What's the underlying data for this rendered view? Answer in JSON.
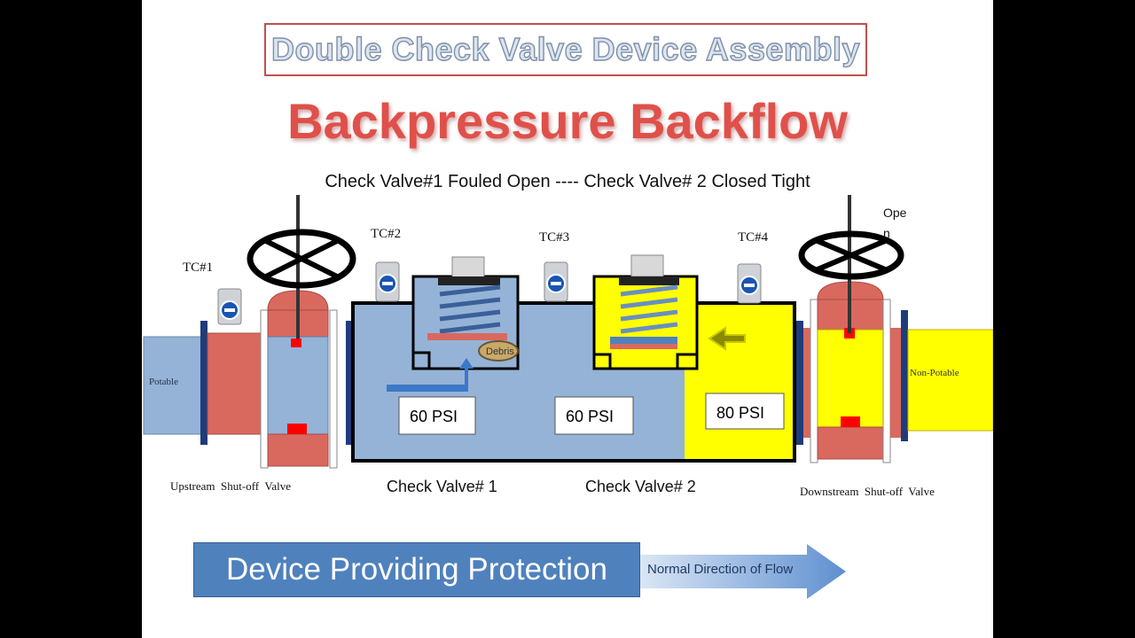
{
  "header": {
    "device_title": "Double Check Valve Device Assembly",
    "main_title": "Backpressure Backflow",
    "subtitle": "Check Valve#1 Fouled Open  ---- Check Valve# 2 Closed Tight"
  },
  "test_cocks": [
    "TC#1",
    "TC#2",
    "TC#3",
    "TC#4"
  ],
  "labels": {
    "potable": "Potable",
    "non_potable": "Non-Potable",
    "open_line1": "Ope",
    "open_line2": "n",
    "debris": "Debris",
    "upstream_valve": "Upstream  Shut-off  Valve",
    "downstream_valve": "Downstream  Shut-off  Valve",
    "check_valve_1": "Check Valve# 1",
    "check_valve_2": "Check Valve# 2"
  },
  "pressures": {
    "zone_1": "60 PSI",
    "zone_2": "60 PSI",
    "zone_3": "80 PSI"
  },
  "footer": {
    "banner": "Device Providing Protection",
    "flow": "Normal Direction of Flow"
  },
  "colors": {
    "potable_water": "#95b3d7",
    "non_potable_water": "#ffff00",
    "valve_body": "#d9695f",
    "title_red": "#e0504a",
    "banner_blue": "#4f81bd"
  }
}
